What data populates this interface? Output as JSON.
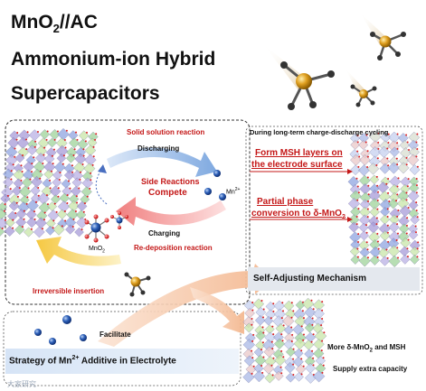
{
  "title": {
    "line1_main": "MnO",
    "line1_sub": "2",
    "line1_rest": "//AC",
    "line2": "Ammonium-ion Hybrid",
    "line3": "Supercapacitors"
  },
  "cycle": {
    "solid_solution": "Solid solution reaction",
    "discharging": "Discharging",
    "side_reactions_1": "Side Reactions",
    "side_reactions_2": "Compete",
    "mn_ion": "Mn",
    "mn_ion_sup": "2+",
    "charging": "Charging",
    "redeposition": "Re-deposition reaction",
    "mno2_main": "MnO",
    "mno2_sub": "2",
    "irreversible": "Irreversible insertion",
    "facilitate": "Facilitate"
  },
  "right_panel": {
    "heading": "During long-term charge-discharge cycling",
    "msh_1": "Form MSH layers on",
    "msh_2": "the electrode surface",
    "partial_1": "Partial phase",
    "partial_2_main": "conversion to δ-MnO",
    "partial_2_sub": "2",
    "mechanism": "Self-Adjusting Mechanism"
  },
  "bottom": {
    "strategy": "Strategy of Mn",
    "strategy_sup": "2+",
    "strategy_rest": " Additive in Electrolyte",
    "more_main": "More δ-MnO",
    "more_sub": "2",
    "more_rest": " and MSH",
    "supply": "Supply extra capacity",
    "watermark": "大家研究"
  },
  "colors": {
    "red_text": "#c41818",
    "blue_arrow": "#7fa9e0",
    "pink_arrow": "#f08080",
    "yellow_arrow": "#f5c842",
    "peach_arrow": "#f3b48a",
    "mn_ball": "#2c5fb8",
    "gold_ball": "#e0a020"
  }
}
